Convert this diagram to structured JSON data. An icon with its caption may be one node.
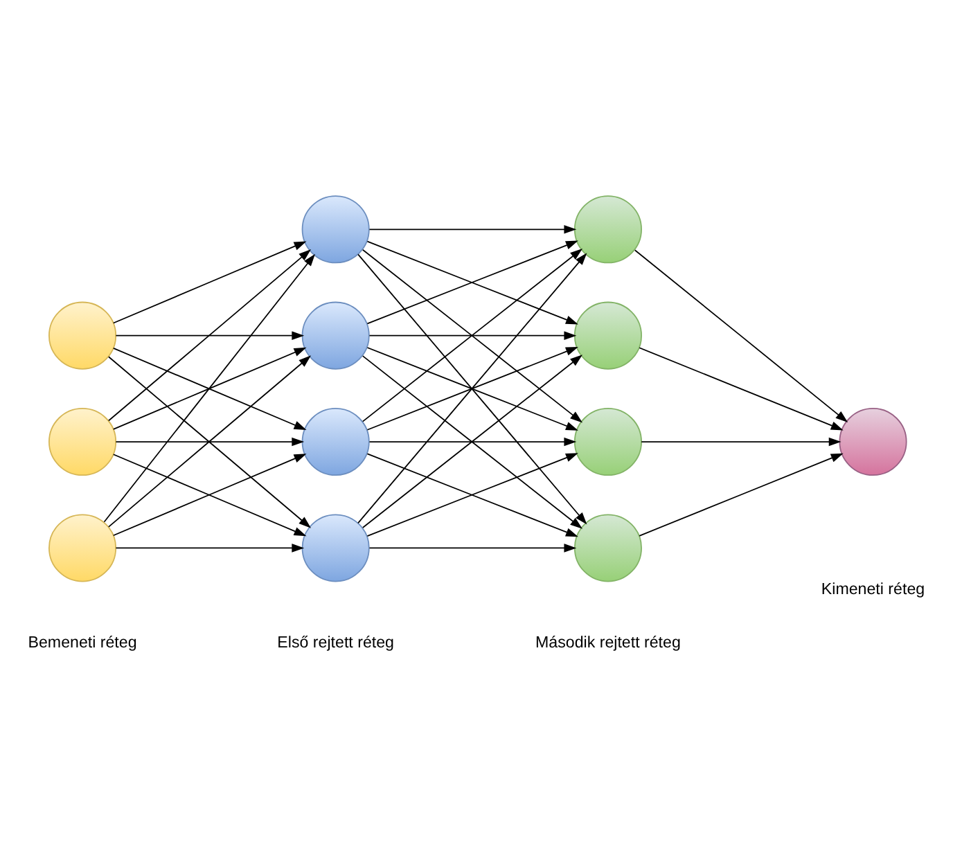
{
  "diagram": {
    "nodes": [
      {
        "text": [],
        "shape": "circle"
      },
      {
        "text": [],
        "shape": "circle"
      },
      {
        "text": [],
        "shape": "circle"
      },
      {
        "text": [],
        "shape": "circle"
      },
      {
        "text": [],
        "shape": "circle"
      },
      {
        "text": [],
        "shape": "circle"
      },
      {
        "text": [],
        "shape": "circle"
      },
      {
        "text": [],
        "shape": "circle"
      },
      {
        "text": [],
        "shape": "circle"
      },
      {
        "text": [],
        "shape": "circle"
      },
      {
        "text": [],
        "shape": "circle"
      },
      {
        "text": [],
        "shape": "circle"
      }
    ],
    "edges": [
      {
        "from": 0,
        "to": 3,
        "arrow": "to"
      },
      {
        "from": 0,
        "to": 4,
        "arrow": "to"
      },
      {
        "from": 0,
        "to": 5,
        "arrow": "to"
      },
      {
        "from": 0,
        "to": 6,
        "arrow": "to"
      },
      {
        "from": 1,
        "to": 3,
        "arrow": "to"
      },
      {
        "from": 1,
        "to": 4,
        "arrow": "to"
      },
      {
        "from": 1,
        "to": 5,
        "arrow": "to"
      },
      {
        "from": 1,
        "to": 6,
        "arrow": "to"
      },
      {
        "from": 2,
        "to": 3,
        "arrow": "to"
      },
      {
        "from": 2,
        "to": 4,
        "arrow": "to"
      },
      {
        "from": 2,
        "to": 5,
        "arrow": "to"
      },
      {
        "from": 2,
        "to": 6,
        "arrow": "to"
      },
      {
        "from": 3,
        "to": 7,
        "arrow": "to"
      },
      {
        "from": 3,
        "to": 8,
        "arrow": "to"
      },
      {
        "from": 3,
        "to": 9,
        "arrow": "to"
      },
      {
        "from": 3,
        "to": 10,
        "arrow": "to"
      },
      {
        "from": 4,
        "to": 7,
        "arrow": "to"
      },
      {
        "from": 4,
        "to": 8,
        "arrow": "to"
      },
      {
        "from": 4,
        "to": 9,
        "arrow": "to"
      },
      {
        "from": 4,
        "to": 10,
        "arrow": "to"
      },
      {
        "from": 5,
        "to": 7,
        "arrow": "to"
      },
      {
        "from": 5,
        "to": 8,
        "arrow": "to"
      },
      {
        "from": 5,
        "to": 9,
        "arrow": "to"
      },
      {
        "from": 5,
        "to": 10,
        "arrow": "to"
      },
      {
        "from": 6,
        "to": 7,
        "arrow": "to"
      },
      {
        "from": 6,
        "to": 8,
        "arrow": "to"
      },
      {
        "from": 6,
        "to": 9,
        "arrow": "to"
      },
      {
        "from": 6,
        "to": 10,
        "arrow": "to"
      },
      {
        "from": 7,
        "to": 11,
        "arrow": "to"
      },
      {
        "from": 8,
        "to": 11,
        "arrow": "to"
      },
      {
        "from": 9,
        "to": 11,
        "arrow": "to"
      },
      {
        "from": 10,
        "to": 11,
        "arrow": "to"
      }
    ],
    "labels": [
      "Bemeneti réteg",
      "Első rejtett réteg",
      "Második rejtett réteg",
      "Kimeneti réteg"
    ]
  }
}
